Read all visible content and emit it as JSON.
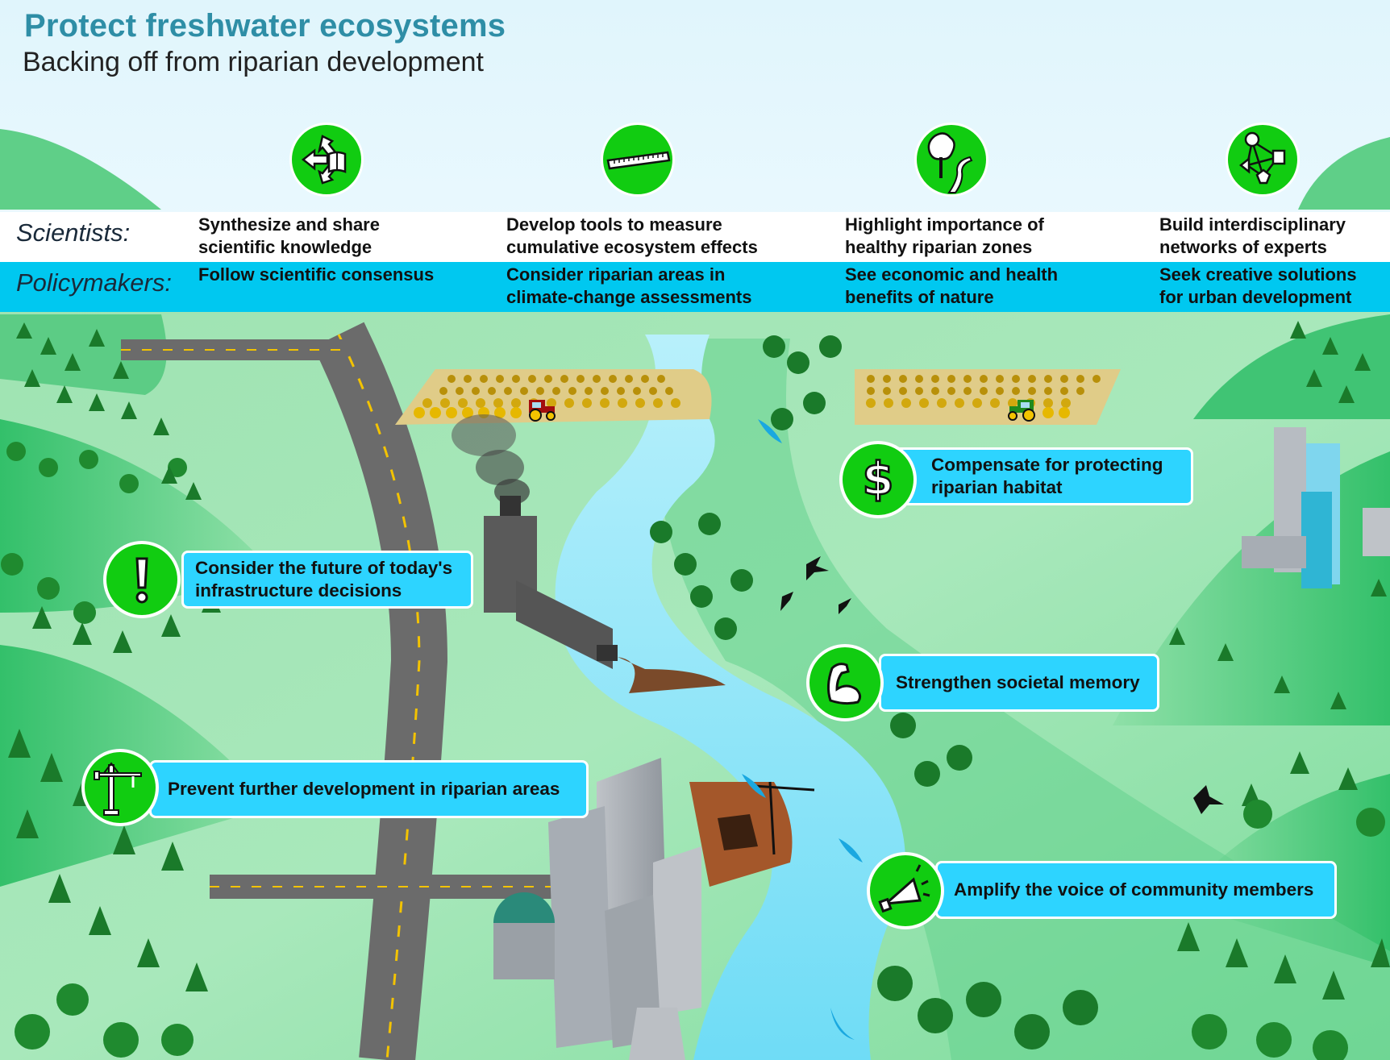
{
  "header": {
    "title": "Protect freshwater ecosystems",
    "subtitle": "Backing off from riparian development"
  },
  "roles": {
    "scientists_label": "Scientists:",
    "policymakers_label": "Policymakers:"
  },
  "columns": [
    {
      "icon": "share-knowledge-icon",
      "scientists_line1": "Synthesize and share",
      "scientists_line2": "scientific knowledge",
      "policymakers_line1": "Follow scientific consensus",
      "policymakers_line2": ""
    },
    {
      "icon": "ruler-icon",
      "scientists_line1": "Develop tools to measure",
      "scientists_line2": "cumulative ecosystem effects",
      "policymakers_line1": "Consider riparian areas in",
      "policymakers_line2": "climate-change assessments"
    },
    {
      "icon": "tree-river-icon",
      "scientists_line1": "Highlight importance of",
      "scientists_line2": "healthy riparian zones",
      "policymakers_line1": "See economic and health",
      "policymakers_line2": "benefits of nature"
    },
    {
      "icon": "network-icon",
      "scientists_line1": "Build interdisciplinary",
      "scientists_line2": "networks of experts",
      "policymakers_line1": "Seek creative solutions",
      "policymakers_line2": "for urban development"
    }
  ],
  "callouts": [
    {
      "icon": "dollar-icon",
      "line1": "Compensate for protecting",
      "line2": "riparian habitat"
    },
    {
      "icon": "exclamation-icon",
      "line1": "Consider the future of today's",
      "line2": "infrastructure decisions"
    },
    {
      "icon": "flexed-arm-icon",
      "line1": "Strengthen societal memory",
      "line2": ""
    },
    {
      "icon": "crane-icon",
      "line1": "Prevent further development in riparian areas",
      "line2": ""
    },
    {
      "icon": "megaphone-icon",
      "line1": "Amplify the voice of community members",
      "line2": ""
    }
  ],
  "colors": {
    "title": "#2e8ea6",
    "sky": "#e3f6fb",
    "policy_band": "#00c8f0",
    "callout_fill": "#2dd4ff",
    "icon_green": "#11cc11",
    "grass_light": "#a8e6b8",
    "grass_mid": "#5fd488",
    "hill_dark": "#3cc46e",
    "river": "#8ee6fa",
    "road": "#6b6b6b",
    "field": "#e0cc88",
    "tree": "#1a7a2a"
  }
}
